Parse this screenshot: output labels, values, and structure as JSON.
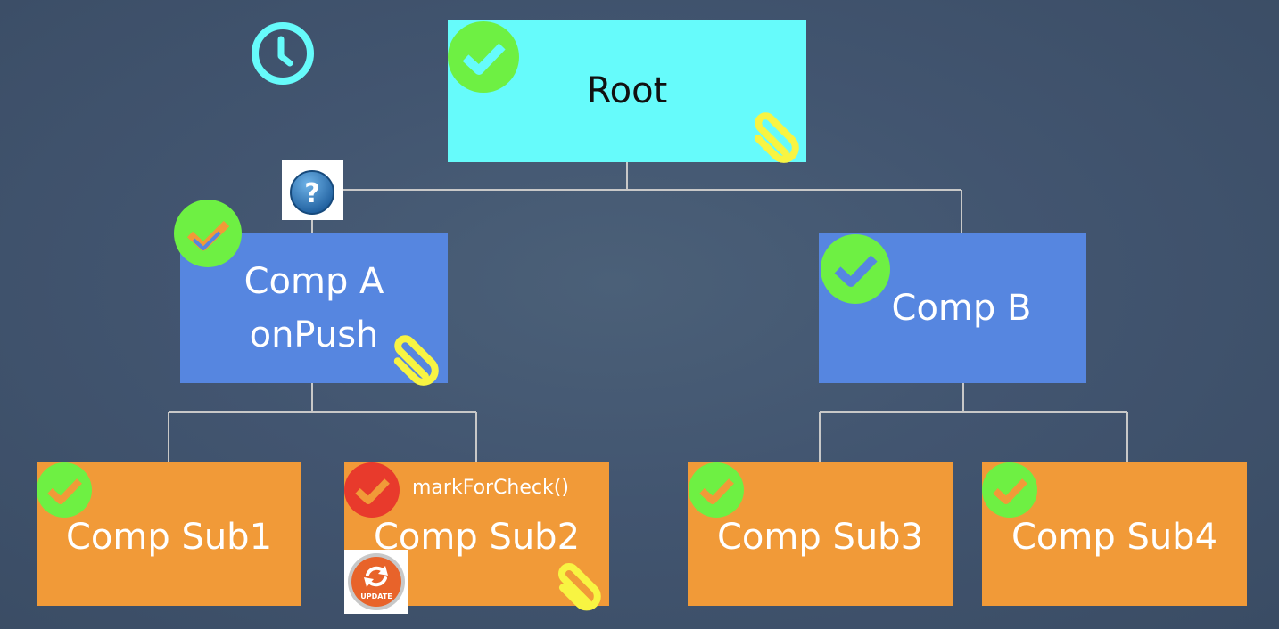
{
  "nodes": {
    "root": "Root",
    "comp_a_line1": "Comp A",
    "comp_a_line2": "onPush",
    "comp_b": "Comp B",
    "sub1": "Comp Sub1",
    "sub2": "Comp Sub2",
    "sub3": "Comp Sub3",
    "sub4": "Comp Sub4"
  },
  "annotations": {
    "sub2_note": "markForCheck()",
    "update_badge": "UPDATE",
    "help_badge": "?"
  },
  "icons": {
    "timer": "clock-icon",
    "checked": "check-circle-icon",
    "error": "error-check-icon",
    "attached": "paperclip-icon",
    "help": "help-icon",
    "update": "update-icon"
  },
  "colors": {
    "background": "#425570",
    "root_fill": "#66fbfb",
    "mid_fill": "#5686e0",
    "sub_fill": "#f19a38",
    "check_green": "#6ef043",
    "check_red": "#e83a2c",
    "paperclip": "#f8f442",
    "clock": "#66fbfb",
    "connector": "#c8c8c8"
  }
}
